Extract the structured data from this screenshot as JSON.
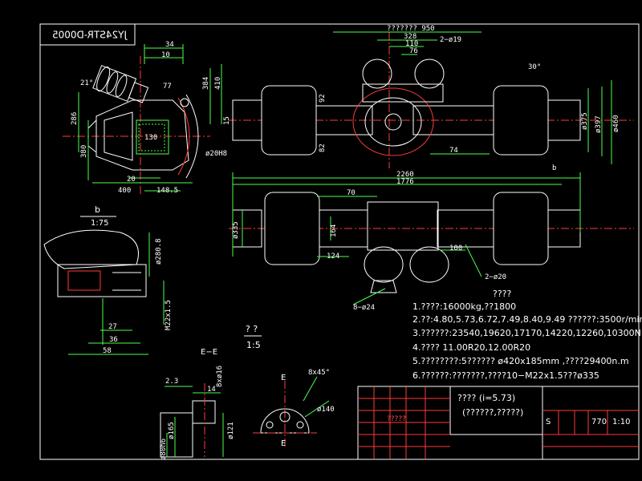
{
  "drawing_number": "JY24STR-D0005",
  "colors": {
    "background": "#000000",
    "frame": "#ffffff",
    "outline": "#ffffff",
    "dimension": "#4dff4d",
    "centerline": "#ff3b3b",
    "hatch": "#ff3b3b",
    "titleblock_grid": "#ff3b3b",
    "highlight": "#ffff00"
  },
  "views": {
    "side": {
      "dims": [
        "34",
        "10",
        "77",
        "384",
        "410",
        "21°",
        "286",
        "380",
        "130",
        "15",
        "ø20H8",
        "20",
        "400",
        "148.5"
      ]
    },
    "top": {
      "dims": [
        "??????? 950",
        "328",
        "110",
        "76",
        "2−ø19",
        "30°",
        "92",
        "82",
        "74",
        "ø375",
        "ø397",
        "ø460",
        "b"
      ]
    },
    "front": {
      "dims": [
        "2260",
        "1776",
        "70",
        "ø335",
        "164",
        "124",
        "100",
        "2−ø20",
        "8−ø24"
      ]
    },
    "detail_b": {
      "label": "b",
      "scale": "1:75",
      "dims": [
        "ø280.8",
        "M22x1.5",
        "27",
        "36",
        "58"
      ]
    },
    "detail_q": {
      "label": "? ?",
      "scale": "1:5"
    },
    "section_ee": {
      "label": "E−E",
      "dims": [
        "2.3",
        "14",
        "8xø16",
        "ø165",
        "ø121",
        "ø80h6"
      ]
    },
    "flange": {
      "section_mark": "E",
      "dims": [
        "8x45°",
        "ø140"
      ]
    }
  },
  "specs": {
    "heading": "????",
    "items": [
      "1.????:16000kg,??1800",
      "2.??:4.80,5.73,6.72,7.49,8.40,9.49   ??????:3500r/min",
      "3.??????:23540,19620,17170,14220,12260,10300N.m",
      "4.????  11.00R20,12.00R20",
      "5.????????:5?????? ø420x185mm   ,????29400n.m",
      "6.??????:???????,????10−M22x1.5???ø335"
    ]
  },
  "title_block": {
    "title": "???? (i=5.73)",
    "subtitle": "(??????,?????)",
    "mark": "S",
    "weight": "770",
    "scale": "1:10",
    "cell_text": "?????"
  }
}
